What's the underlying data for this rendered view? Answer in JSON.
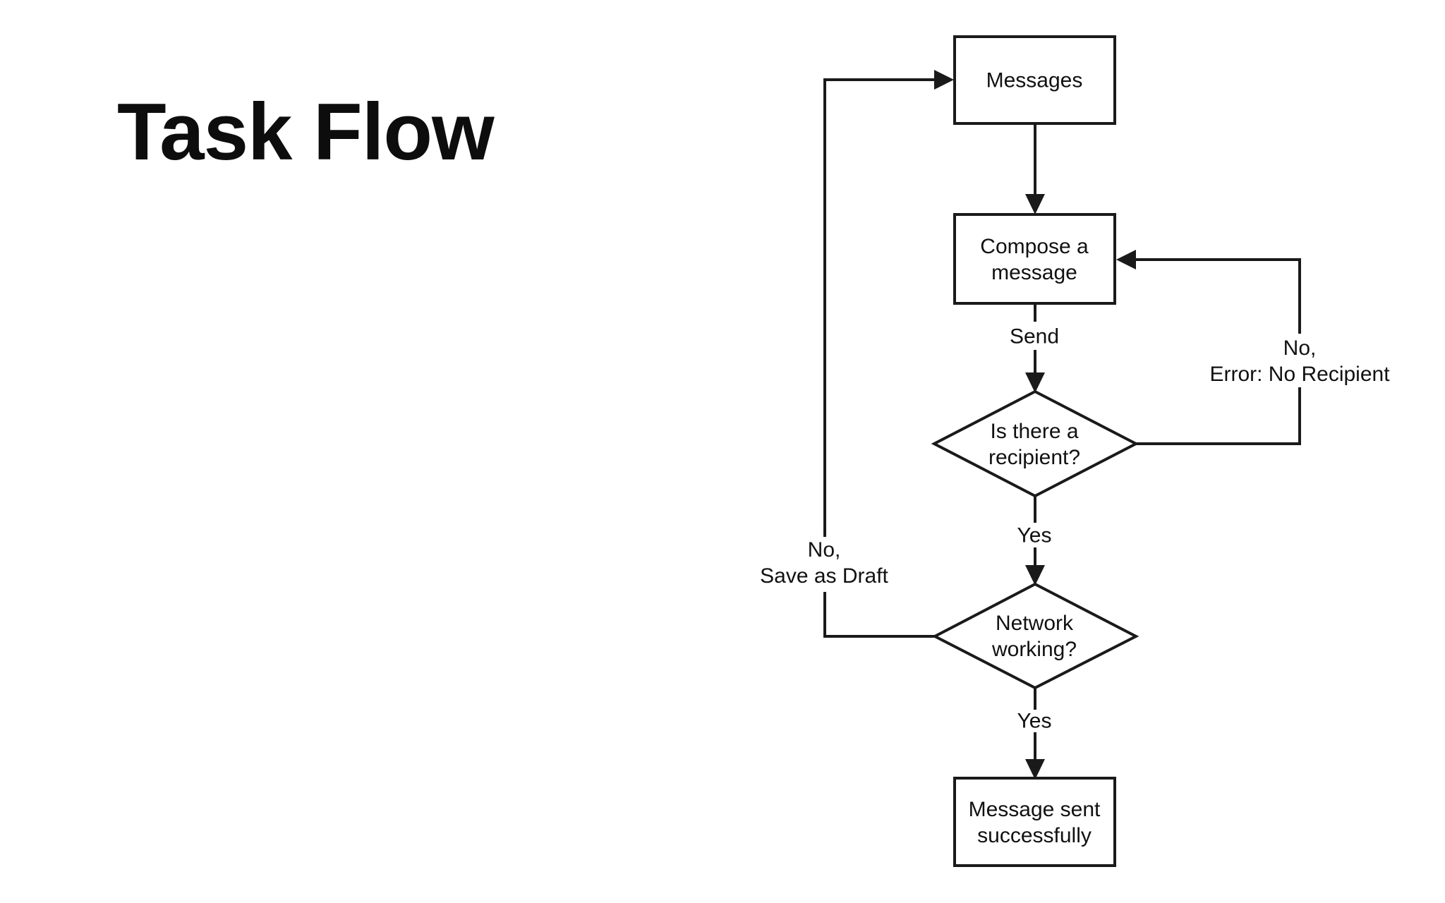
{
  "slide": {
    "title": "Task Flow",
    "background_color": "#ffffff"
  },
  "flowchart": {
    "stroke_color": "#1a1a1a",
    "text_color": "#111111",
    "node_fill_color": "#ffffff",
    "nodes": {
      "messages": {
        "type": "process",
        "label": "Messages"
      },
      "compose": {
        "type": "process",
        "label_line1": "Compose a",
        "label_line2": "message"
      },
      "recipient": {
        "type": "decision",
        "label_line1": "Is there a",
        "label_line2": "recipient?"
      },
      "network": {
        "type": "decision",
        "label_line1": "Network",
        "label_line2": "working?"
      },
      "sent": {
        "type": "process",
        "label_line1": "Message sent",
        "label_line2": "successfully"
      }
    },
    "edge_labels": {
      "send": "Send",
      "yes_recipient": "Yes",
      "no_recipient_line1": "No,",
      "no_recipient_line2": "Error: No Recipient",
      "yes_network": "Yes",
      "no_network_line1": "No,",
      "no_network_line2": "Save as Draft"
    },
    "edges": [
      {
        "from": "Messages",
        "to": "Compose a message",
        "label": ""
      },
      {
        "from": "Compose a message",
        "to": "Is there a recipient?",
        "label": "Send"
      },
      {
        "from": "Is there a recipient?",
        "to": "Compose a message",
        "label": "No, Error: No Recipient"
      },
      {
        "from": "Is there a recipient?",
        "to": "Network working?",
        "label": "Yes"
      },
      {
        "from": "Network working?",
        "to": "Messages",
        "label": "No, Save as Draft"
      },
      {
        "from": "Network working?",
        "to": "Message sent successfully",
        "label": "Yes"
      }
    ]
  }
}
